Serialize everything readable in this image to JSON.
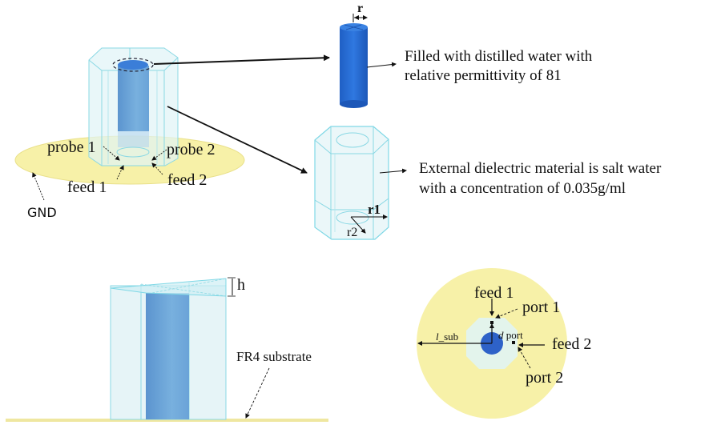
{
  "figure": {
    "panel_3d_overview": {
      "labels": {
        "probe1": "probe 1",
        "probe2": "probe 2",
        "feed1": "feed 1",
        "feed2": "feed 2",
        "gnd": "GND"
      }
    },
    "panel_inner_cylinder": {
      "dimension_label": "r",
      "description_line1": "Filled with distilled water with",
      "description_line2": "relative permittivity of 81"
    },
    "panel_outer_prism": {
      "dimension_label_r1": "r1",
      "dimension_label_r2": "r2",
      "description_line1": "External dielectric material is salt water",
      "description_line2": "with a concentration of 0.035g/ml"
    },
    "panel_side_view": {
      "dimension_label_h": "h",
      "substrate_label": "FR4 substrate"
    },
    "panel_top_view": {
      "feed1": "feed 1",
      "port1": "port 1",
      "l_sub_italic": "l",
      "l_sub_suffix": "_sub",
      "d_port_italic": "d",
      "d_port_suffix": "port",
      "feed2": "feed 2",
      "port2": "port 2"
    },
    "colors": {
      "water_blue": "#2e6fd6",
      "inner_blue": "#6aa3d8",
      "prism_cyan": "#7fd8e6",
      "prism_fill": "#e6f6f8",
      "ground_yellow": "#f7f1a8",
      "substrate_yellow": "#efe7a0"
    }
  }
}
